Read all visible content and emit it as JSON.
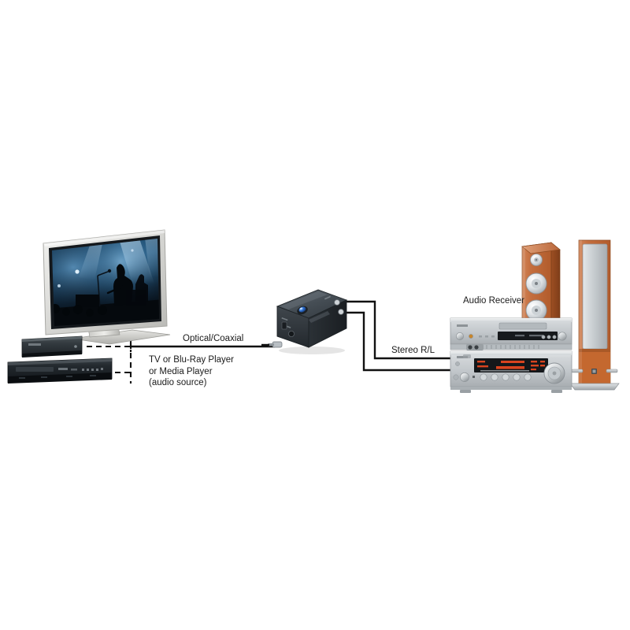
{
  "diagram": {
    "type": "av-connection-diagram",
    "background_color": "#ffffff",
    "labels": {
      "optical_coaxial": "Optical/Coaxial",
      "stereo_rl": "Stereo R/L",
      "audio_receiver": "Audio Receiver",
      "source_note": "TV or Blu-Ray Player\nor Media Player\n(audio source)"
    },
    "label_color": "#1a1a1a",
    "connections": [
      {
        "name": "sources-to-converter",
        "style": "dashed-then-solid",
        "label": "Optical/Coaxial",
        "from": "audio-sources",
        "to": "audio-converter",
        "color": "#111111"
      },
      {
        "name": "converter-to-receiver",
        "style": "solid",
        "label": "Stereo R/L",
        "from": "audio-converter",
        "to": "audio-receiver",
        "color": "#111111",
        "line_count": 2
      }
    ],
    "devices": {
      "television": {
        "name": "flat-panel-tv",
        "bezel_color": "#d8d8d6",
        "screen_content": "concert stage with blue lighting and performer silhouettes",
        "screen_colors": [
          "#0a1622",
          "#1d4f7e",
          "#5fa3d4",
          "#081018"
        ]
      },
      "set_top_box": {
        "name": "set-top-box",
        "body_color": "#2b3136"
      },
      "blu_ray_player": {
        "name": "blu-ray-player",
        "body_color": "#202528"
      },
      "converter": {
        "name": "audio-converter-box",
        "body_color": "#3f464b",
        "indicator_color": "#2f6fd0"
      },
      "disc_player": {
        "name": "disc-player",
        "body_color": "#c9cdd0",
        "display_color": "#1a1a1a"
      },
      "receiver": {
        "name": "av-receiver",
        "body_color": "#c9cdd0",
        "display_color": "#c8341a"
      },
      "speaker_left": {
        "name": "tower-speaker-left",
        "cabinet_color": "#c86a3c",
        "driver_color": "#e8eaec",
        "driver_count": 3
      },
      "speaker_right": {
        "name": "tower-speaker-right",
        "cabinet_color": "#c86a3c",
        "grille_color": "#c6cacd"
      }
    }
  }
}
